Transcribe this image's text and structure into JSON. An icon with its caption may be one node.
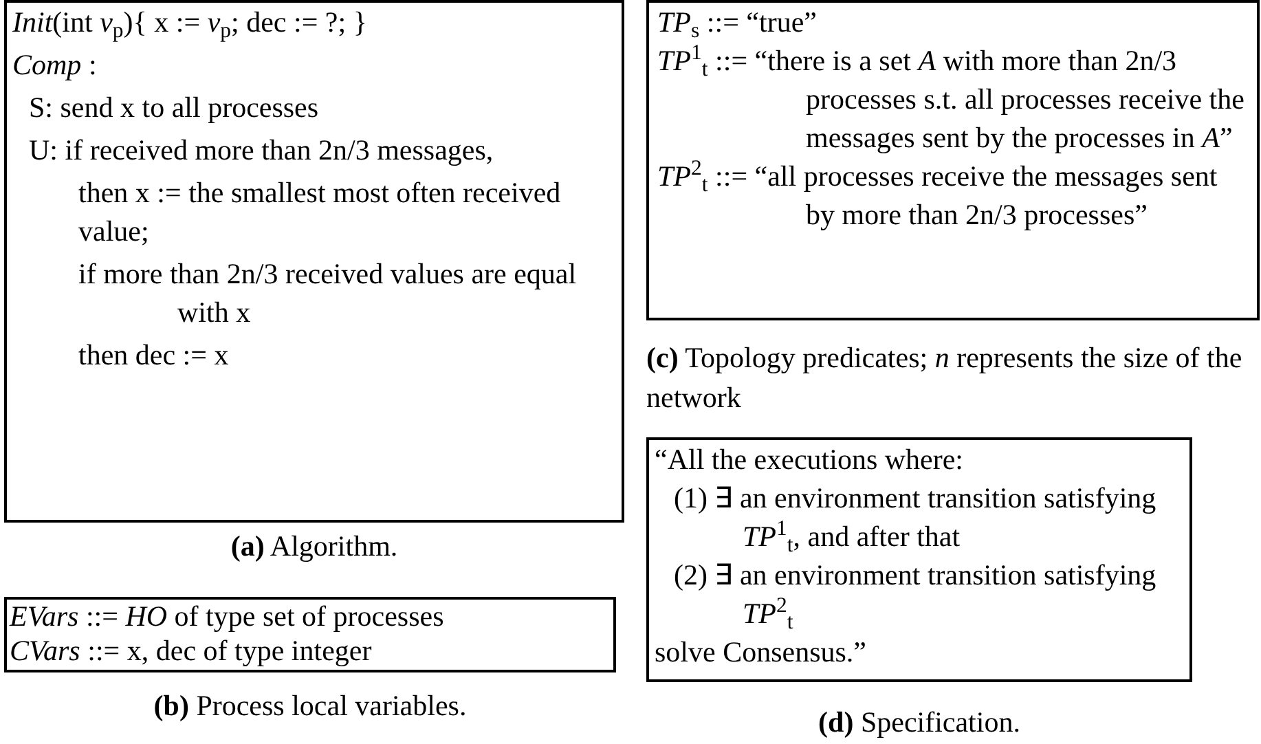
{
  "diagram": {
    "nodes": [
      {
        "text": [
          "*Init*(int *v*$_{p}$){ x := *v*$_{p}$; dec := ?; }",
          "*Comp* :",
          "S: send x to all processes",
          "U: if received more than 2n/3 messages,",
          "then x := the smallest most often received value;",
          "if more than 2n/3 received values are equal with x",
          "then dec := x"
        ],
        "beside": [
          "**(a)** Algorithm."
        ]
      },
      {
        "text": [
          "*EVars* ::= *HO* of type set of processes",
          "*CVars* ::= x, dec of type integer"
        ],
        "beside": [
          "**(b)** Process local variables."
        ]
      },
      {
        "text": [
          "*TP*$_{s}$ ::= “true”",
          "*TP*$^{1}$$_{t}$ ::= “there is a set *A* with more than 2n/3 processes s.t. all processes receive the messages sent by the processes in *A*”",
          "*TP*$^{2}$$_{t}$ ::= “all processes receive the messages sent by more than 2n/3 processes”"
        ],
        "beside": [
          "**(c)** Topology predicates; *n* represents the size of the network"
        ]
      },
      {
        "text": [
          "“All the executions where:",
          "(1) ∃ an environment transition satisfying *TP*$^{1}$$_{t}$, and after that",
          "(2) ∃ an environment transition satisfying *TP*$^{2}$$_{t}$",
          "solve Consensus.”"
        ],
        "beside": [
          "**(d)** Specification."
        ]
      }
    ]
  }
}
